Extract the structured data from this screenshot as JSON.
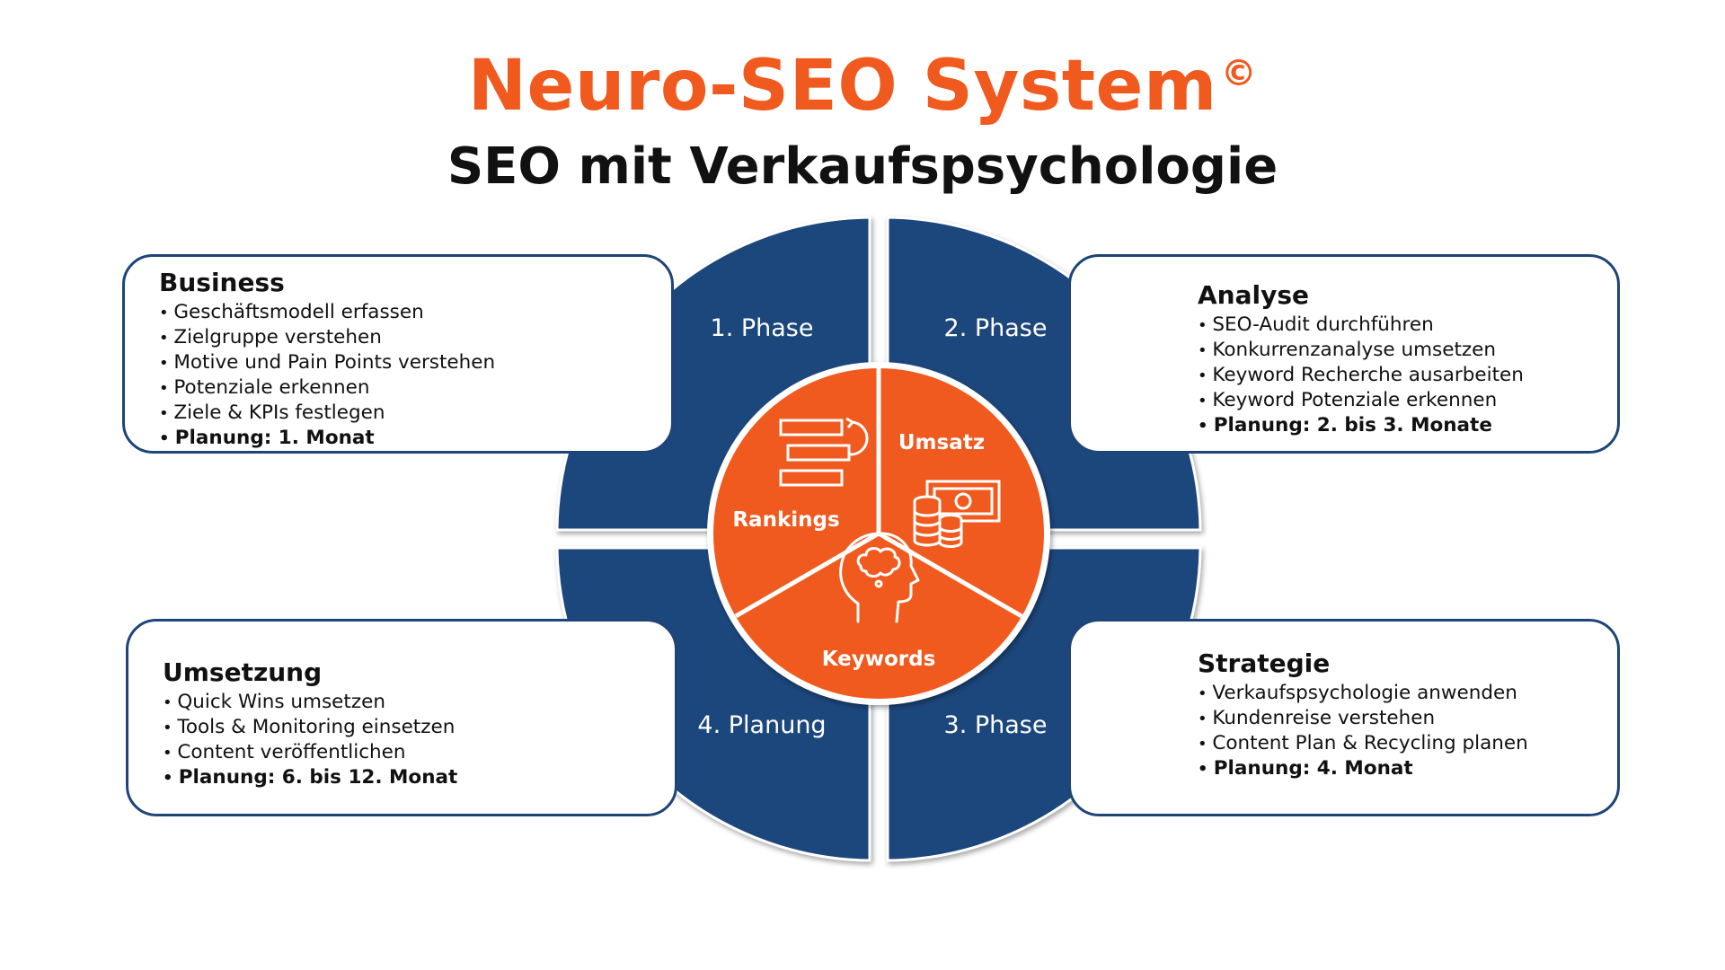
{
  "header": {
    "title": "Neuro-SEO System",
    "title_symbol": "©",
    "subtitle": "SEO mit Verkaufspsychologie"
  },
  "colors": {
    "navy": "#1f467b",
    "orange": "#f05a1e",
    "box_border": "#1e4478",
    "title": "#f05a1e"
  },
  "quadrants": [
    {
      "label": "1. Phase"
    },
    {
      "label": "2. Phase"
    },
    {
      "label": "3. Phase"
    },
    {
      "label": "4. Planung"
    }
  ],
  "center": {
    "segments": [
      {
        "label": "Rankings",
        "icon": "ranking-list-icon"
      },
      {
        "label": "Umsatz",
        "icon": "money-coins-icon"
      },
      {
        "label": "Keywords",
        "icon": "brain-head-icon"
      }
    ]
  },
  "boxes": {
    "business": {
      "title": "Business",
      "items": [
        "Geschäftsmodell erfassen",
        "Zielgruppe verstehen",
        "Motive und Pain Points verstehen",
        "Potenziale erkennen",
        "Ziele & KPIs festlegen"
      ],
      "planning": "Planung: 1. Monat"
    },
    "analyse": {
      "title": "Analyse",
      "items": [
        "SEO-Audit durchführen",
        "Konkurrenzanalyse umsetzen",
        "Keyword Recherche ausarbeiten",
        "Keyword Potenziale erkennen"
      ],
      "planning": "Planung: 2. bis 3. Monate"
    },
    "strategie": {
      "title": "Strategie",
      "items": [
        "Verkaufspsychologie anwenden",
        "Kundenreise verstehen",
        "Content Plan & Recycling planen"
      ],
      "planning": "Planung: 4. Monat"
    },
    "umsetzung": {
      "title": "Umsetzung",
      "items": [
        "Quick Wins umsetzen",
        "Tools & Monitoring einsetzen",
        "Content veröffentlichen"
      ],
      "planning": "Planung: 6. bis 12. Monat"
    }
  }
}
